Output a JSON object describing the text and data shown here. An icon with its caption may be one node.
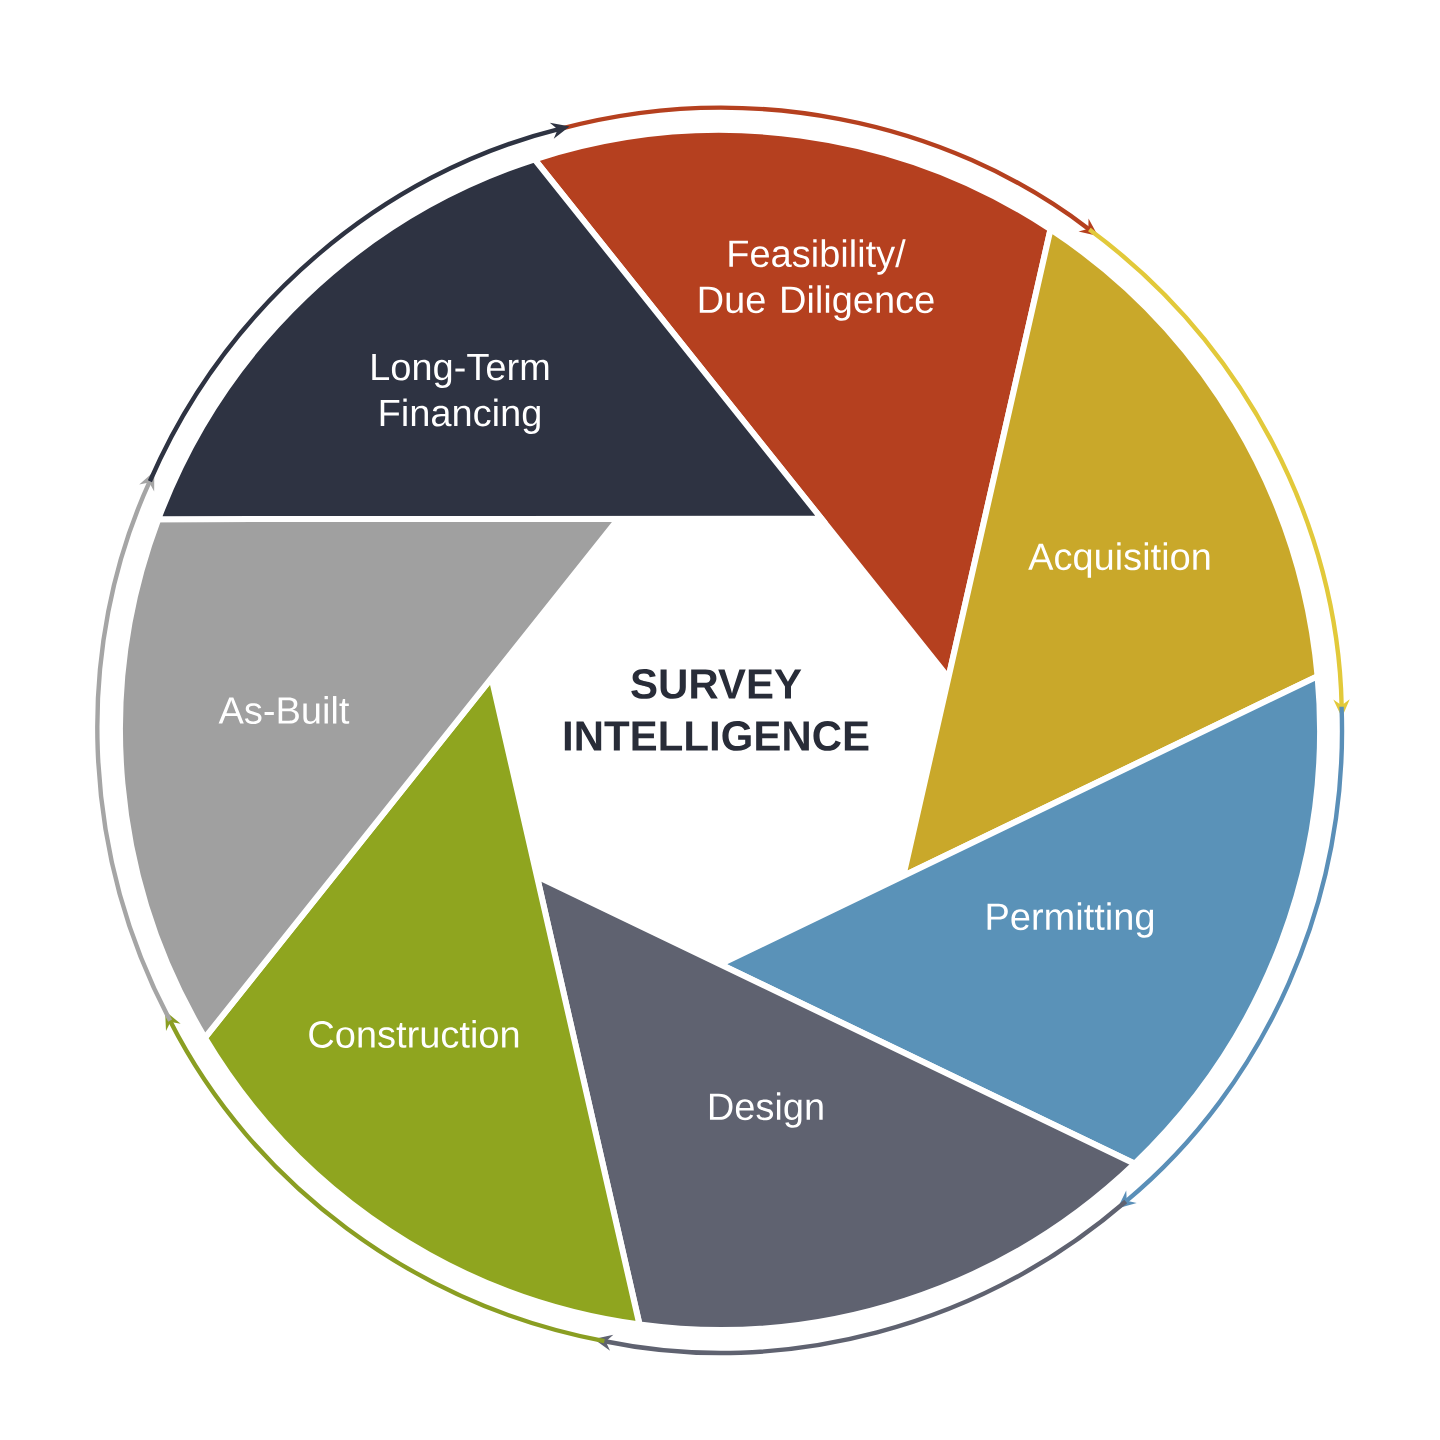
{
  "diagram": {
    "nodes": [
      {
        "text": [
          "Feasibility/ Due Diligence"
        ]
      },
      {
        "text": [
          "Acquisition"
        ]
      },
      {
        "text": [
          "Permitting"
        ]
      },
      {
        "text": [
          "Design"
        ]
      },
      {
        "text": [
          "Construction"
        ]
      },
      {
        "text": [
          "As-Built"
        ]
      },
      {
        "text": [
          "Long-Term Financing"
        ]
      }
    ],
    "edges": [
      {
        "from": 0,
        "to": 1,
        "arrow": "to",
        "color": "#b5401f"
      },
      {
        "from": 1,
        "to": 2,
        "arrow": "to",
        "color": "#e2c93a"
      },
      {
        "from": 2,
        "to": 3,
        "arrow": "to",
        "color": "#5a8fb8"
      },
      {
        "from": 3,
        "to": 4,
        "arrow": "to",
        "color": "#5f6270"
      },
      {
        "from": 4,
        "to": 5,
        "arrow": "to",
        "color": "#8a9e22"
      },
      {
        "from": 5,
        "to": 6,
        "arrow": "to",
        "color": "#a5a5a5"
      },
      {
        "from": 6,
        "to": 0,
        "arrow": "to",
        "color": "#2e3342"
      }
    ],
    "labels": [
      "SURVEY INTELLIGENCE"
    ]
  }
}
